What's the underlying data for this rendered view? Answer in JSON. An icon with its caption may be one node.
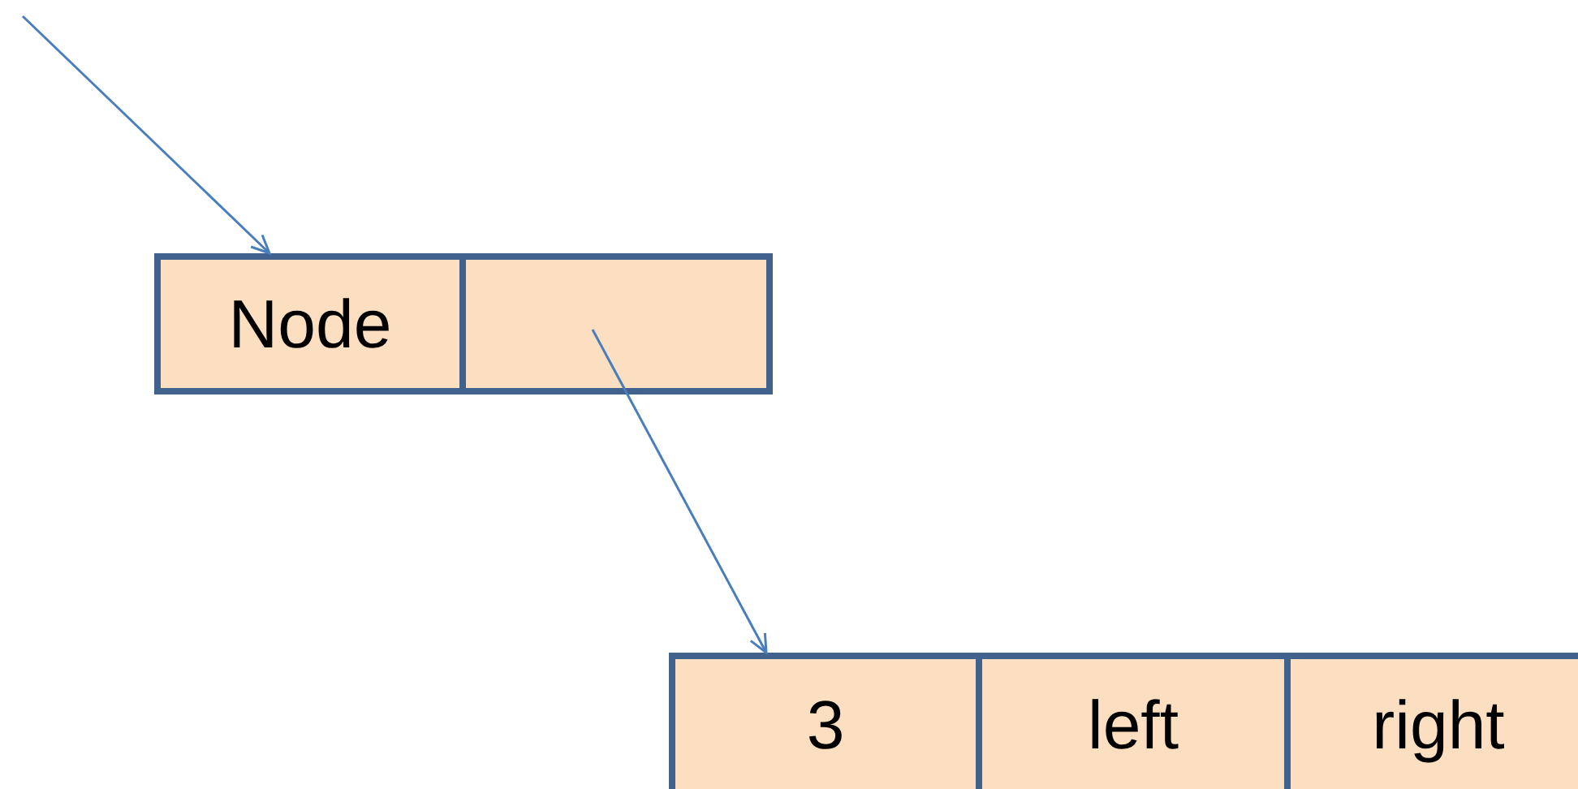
{
  "diagram": {
    "nodes": [
      {
        "text": [
          "Node"
        ]
      },
      {
        "text": [],
        "shape": "box"
      },
      {
        "text": [
          "3"
        ]
      },
      {
        "text": [
          "left"
        ]
      },
      {
        "text": [
          "right"
        ]
      }
    ],
    "edges": [
      {
        "from": null,
        "to": 0,
        "arrow": "to"
      },
      {
        "from": 1,
        "to": 2,
        "arrow": "to"
      }
    ]
  }
}
